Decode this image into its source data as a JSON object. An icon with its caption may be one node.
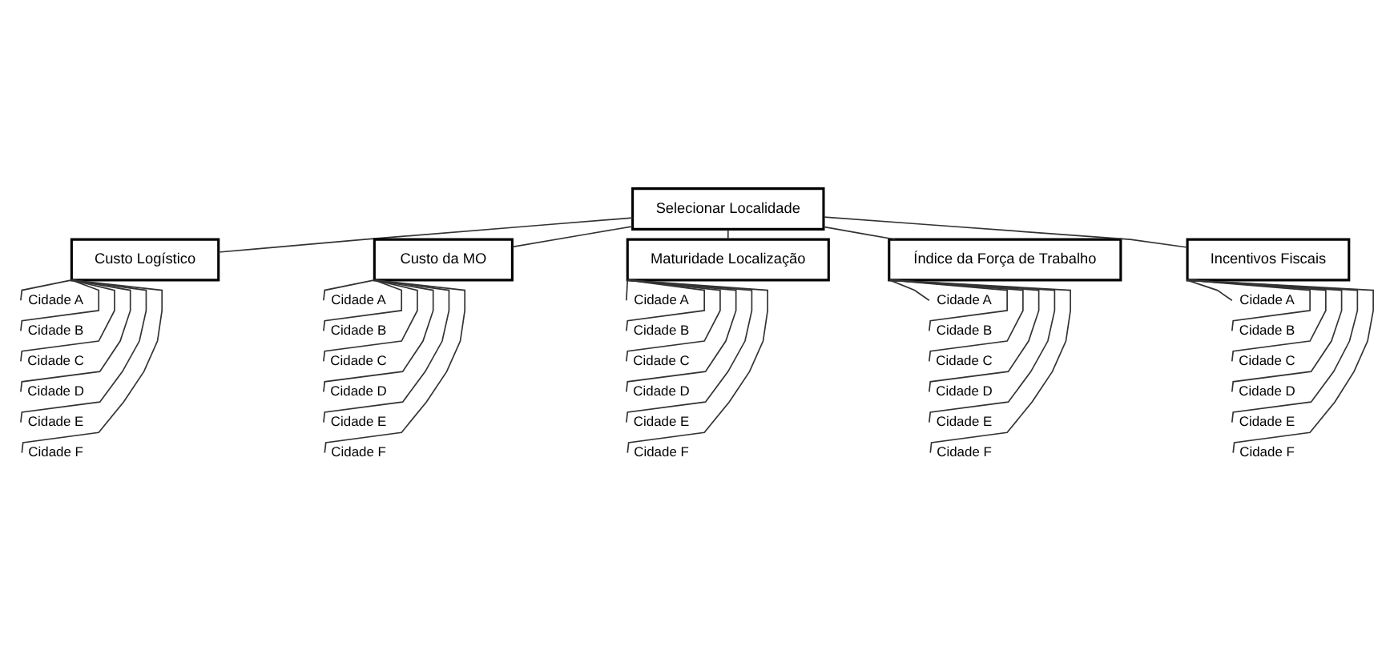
{
  "diagram": {
    "nodes": [
      {
        "text": [
          "Selecionar Localidade"
        ]
      },
      {
        "text": [
          "Custo Logístico"
        ]
      },
      {
        "text": [
          "Custo da MO"
        ]
      },
      {
        "text": [
          "Maturidade Localização"
        ]
      },
      {
        "text": [
          "Índice da Força de Trabalho"
        ]
      },
      {
        "text": [
          "Incentivos Fiscais"
        ]
      },
      {
        "text": [
          "Cidade A"
        ]
      },
      {
        "text": [
          "Cidade B"
        ]
      },
      {
        "text": [
          "Cidade C"
        ]
      },
      {
        "text": [
          "Cidade D"
        ]
      },
      {
        "text": [
          "Cidade E"
        ]
      },
      {
        "text": [
          "Cidade F"
        ]
      },
      {
        "text": [
          "Cidade A"
        ]
      },
      {
        "text": [
          "Cidade B"
        ]
      },
      {
        "text": [
          "Cidade C"
        ]
      },
      {
        "text": [
          "Cidade D"
        ]
      },
      {
        "text": [
          "Cidade E"
        ]
      },
      {
        "text": [
          "Cidade F"
        ]
      },
      {
        "text": [
          "Cidade A"
        ]
      },
      {
        "text": [
          "Cidade B"
        ]
      },
      {
        "text": [
          "Cidade C"
        ]
      },
      {
        "text": [
          "Cidade D"
        ]
      },
      {
        "text": [
          "Cidade E"
        ]
      },
      {
        "text": [
          "Cidade F"
        ]
      },
      {
        "text": [
          "Cidade A"
        ]
      },
      {
        "text": [
          "Cidade B"
        ]
      },
      {
        "text": [
          "Cidade C"
        ]
      },
      {
        "text": [
          "Cidade D"
        ]
      },
      {
        "text": [
          "Cidade E"
        ]
      },
      {
        "text": [
          "Cidade F"
        ]
      },
      {
        "text": [
          "Cidade A"
        ]
      },
      {
        "text": [
          "Cidade B"
        ]
      },
      {
        "text": [
          "Cidade C"
        ]
      },
      {
        "text": [
          "Cidade D"
        ]
      },
      {
        "text": [
          "Cidade E"
        ]
      },
      {
        "text": [
          "Cidade F"
        ]
      }
    ],
    "edges": [
      {
        "from": 0,
        "to": 1,
        "arrow": "none"
      },
      {
        "from": 0,
        "to": 2,
        "arrow": "none"
      },
      {
        "from": 0,
        "to": 3,
        "arrow": "none"
      },
      {
        "from": 0,
        "to": 4,
        "arrow": "none"
      },
      {
        "from": 0,
        "to": 5,
        "arrow": "none"
      },
      {
        "from": 1,
        "to": 6,
        "arrow": "none"
      },
      {
        "from": 1,
        "to": 7,
        "arrow": "none"
      },
      {
        "from": 1,
        "to": 8,
        "arrow": "none"
      },
      {
        "from": 1,
        "to": 9,
        "arrow": "none"
      },
      {
        "from": 1,
        "to": 10,
        "arrow": "none"
      },
      {
        "from": 1,
        "to": 11,
        "arrow": "none"
      },
      {
        "from": 2,
        "to": 12,
        "arrow": "none"
      },
      {
        "from": 2,
        "to": 13,
        "arrow": "none"
      },
      {
        "from": 2,
        "to": 14,
        "arrow": "none"
      },
      {
        "from": 2,
        "to": 15,
        "arrow": "none"
      },
      {
        "from": 2,
        "to": 16,
        "arrow": "none"
      },
      {
        "from": 2,
        "to": 17,
        "arrow": "none"
      },
      {
        "from": 3,
        "to": 18,
        "arrow": "none"
      },
      {
        "from": 3,
        "to": 19,
        "arrow": "none"
      },
      {
        "from": 3,
        "to": 20,
        "arrow": "none"
      },
      {
        "from": 3,
        "to": 21,
        "arrow": "none"
      },
      {
        "from": 3,
        "to": 22,
        "arrow": "none"
      },
      {
        "from": 3,
        "to": 23,
        "arrow": "none"
      },
      {
        "from": 4,
        "to": 24,
        "arrow": "none"
      },
      {
        "from": 4,
        "to": 25,
        "arrow": "none"
      },
      {
        "from": 4,
        "to": 26,
        "arrow": "none"
      },
      {
        "from": 4,
        "to": 27,
        "arrow": "none"
      },
      {
        "from": 4,
        "to": 28,
        "arrow": "none"
      },
      {
        "from": 4,
        "to": 29,
        "arrow": "none"
      },
      {
        "from": 5,
        "to": 30,
        "arrow": "none"
      },
      {
        "from": 5,
        "to": 31,
        "arrow": "none"
      },
      {
        "from": 5,
        "to": 32,
        "arrow": "none"
      },
      {
        "from": 5,
        "to": 33,
        "arrow": "none"
      },
      {
        "from": 5,
        "to": 34,
        "arrow": "none"
      },
      {
        "from": 5,
        "to": 35,
        "arrow": "none"
      }
    ]
  }
}
